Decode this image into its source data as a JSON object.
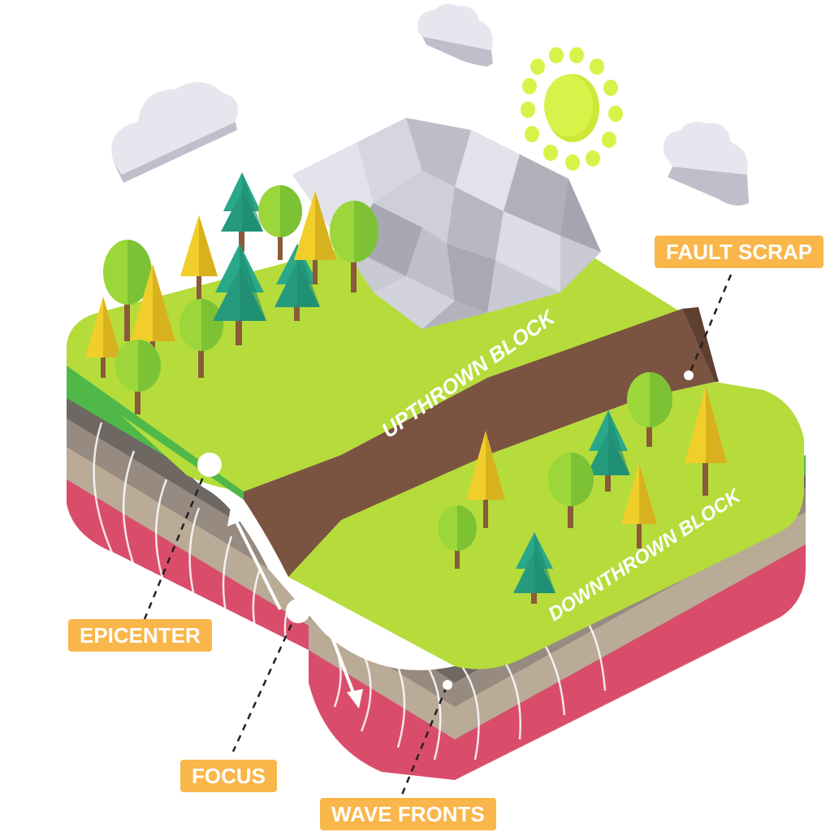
{
  "labels": {
    "fault_scrap": "FAULT SCRAP",
    "epicenter": "EPICENTER",
    "focus": "FOCUS",
    "wave_fronts": "WAVE FRONTS",
    "upthrown_block": "UPTHROWN BLOCK",
    "downthrown_block": "DOWNTHROWN BLOCK"
  },
  "colors": {
    "label_bg": "#f9b64a",
    "grass": "#b5dc3b",
    "grass_edge": "#4fb848",
    "soil": "#7a5440",
    "layer_dark": "#6e6762",
    "layer_mid": "#978a80",
    "layer_light": "#b9ab96",
    "layer_red": "#d94d6b",
    "rock": "#c9c9d3",
    "sun": "#d9f24a",
    "cloud": "#e6e6ee"
  },
  "icons": [
    "cloud-icon",
    "sun-icon",
    "mountain-icon",
    "tree-icon"
  ]
}
